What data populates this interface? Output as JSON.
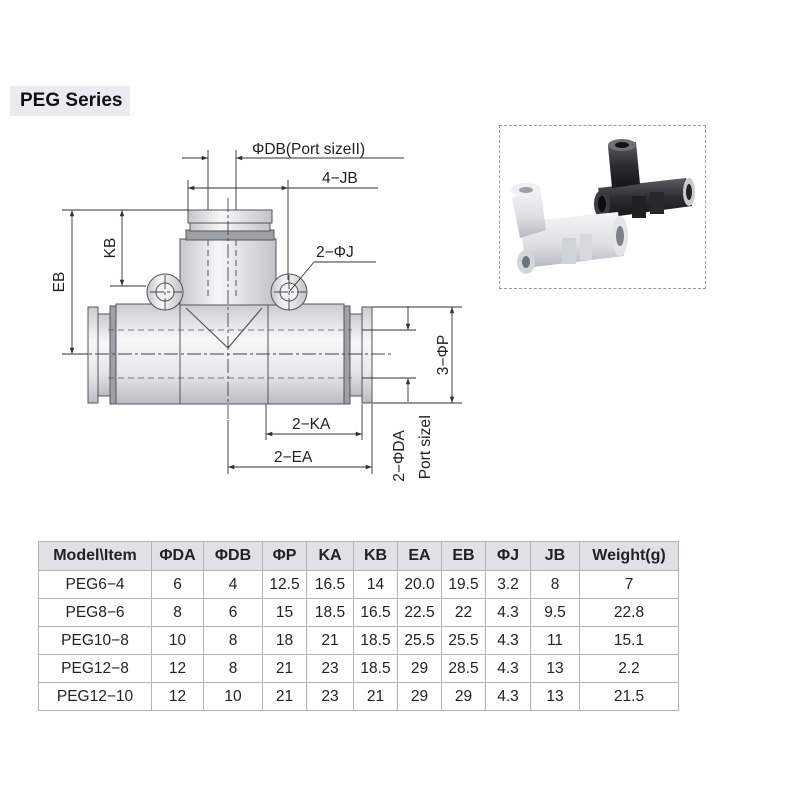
{
  "header": {
    "title": "PEG Series"
  },
  "drawing": {
    "label_db": "ΦDB(Port sizeII)",
    "label_jb": "4−JB",
    "label_j": "2−ΦJ",
    "label_kb": "KB",
    "label_eb": "EB",
    "label_p": "3−ΦP",
    "label_ka": "2−KA",
    "label_ea": "2−EA",
    "label_da": "2−ΦDA",
    "label_port": "Port sizeI"
  },
  "photo": {
    "icon": "tee-fitting-photo",
    "colors": {
      "black": "#2b2d30",
      "white": "#e6e8ea"
    }
  },
  "table": {
    "headers": [
      "Model\\Item",
      "ΦDA",
      "ΦDB",
      "ΦP",
      "KA",
      "KB",
      "EA",
      "EB",
      "ΦJ",
      "JB",
      "Weight(g)"
    ],
    "rows": [
      [
        "PEG6−4",
        "6",
        "4",
        "12.5",
        "16.5",
        "14",
        "20.0",
        "19.5",
        "3.2",
        "8",
        "7"
      ],
      [
        "PEG8−6",
        "8",
        "6",
        "15",
        "18.5",
        "16.5",
        "22.5",
        "22",
        "4.3",
        "9.5",
        "22.8"
      ],
      [
        "PEG10−8",
        "10",
        "8",
        "18",
        "21",
        "18.5",
        "25.5",
        "25.5",
        "4.3",
        "11",
        "15.1"
      ],
      [
        "PEG12−8",
        "12",
        "8",
        "21",
        "23",
        "18.5",
        "29",
        "28.5",
        "4.3",
        "13",
        "2.2"
      ],
      [
        "PEG12−10",
        "12",
        "10",
        "21",
        "23",
        "21",
        "29",
        "29",
        "4.3",
        "13",
        "21.5"
      ]
    ]
  }
}
